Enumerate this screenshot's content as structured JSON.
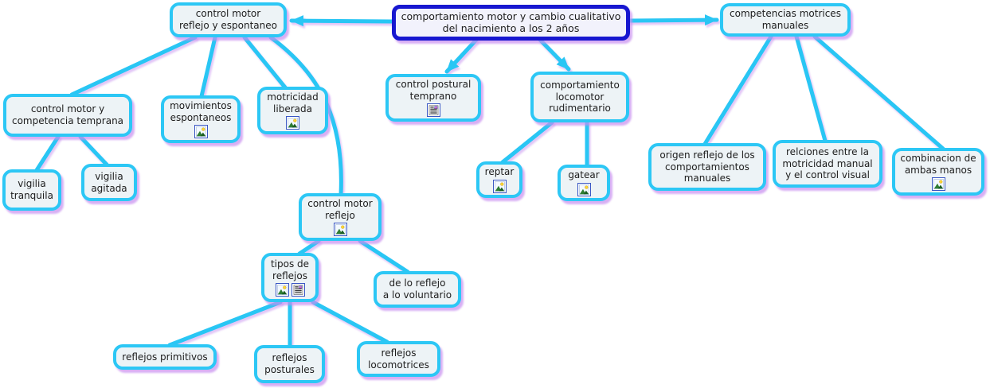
{
  "diagram": {
    "type": "concept-map",
    "colors": {
      "line": "#29c6f4",
      "node_border": "#2cc7f5",
      "node_fill": "#edf3f6",
      "root_border": "#1717d0",
      "root_fill": "#f2f2fc",
      "shadow": "#cb98f0",
      "text": "#1d1d1d"
    },
    "nodes": [
      {
        "id": "root",
        "label": "comportamiento motor y cambio cualitativo\ndel nacimiento a los 2 años",
        "style": "root",
        "icons": []
      },
      {
        "id": "cmre",
        "label": "control motor\nreflejo y espontaneo",
        "style": "child",
        "icons": []
      },
      {
        "id": "cmm",
        "label": "competencias motrices\nmanuales",
        "style": "child",
        "icons": []
      },
      {
        "id": "cpt",
        "label": "control postural\ntemprano",
        "style": "child",
        "icons": [
          "document"
        ]
      },
      {
        "id": "clr",
        "label": "comportamiento\nlocomotor\nrudimentario",
        "style": "child",
        "icons": []
      },
      {
        "id": "cmct",
        "label": "control motor y\ncompetencia temprana",
        "style": "child",
        "icons": []
      },
      {
        "id": "me",
        "label": "movimientos\nespontaneos",
        "style": "child",
        "icons": [
          "image"
        ]
      },
      {
        "id": "ml",
        "label": "motricidad\nliberada",
        "style": "child",
        "icons": [
          "image"
        ]
      },
      {
        "id": "vt",
        "label": "vigilia\ntranquila",
        "style": "child",
        "icons": []
      },
      {
        "id": "va",
        "label": "vigilia\nagitada",
        "style": "child",
        "icons": []
      },
      {
        "id": "cmr",
        "label": "control motor\nreflejo",
        "style": "child",
        "icons": [
          "image"
        ]
      },
      {
        "id": "tdr",
        "label": "tipos de\nreflejos",
        "style": "child",
        "icons": [
          "image",
          "document"
        ]
      },
      {
        "id": "drv",
        "label": "de lo reflejo\na lo voluntario",
        "style": "child",
        "icons": []
      },
      {
        "id": "rp",
        "label": "reflejos primitivos",
        "style": "child",
        "icons": []
      },
      {
        "id": "rpo",
        "label": "reflejos\nposturales",
        "style": "child",
        "icons": []
      },
      {
        "id": "rl",
        "label": "reflejos\nlocomotrices",
        "style": "child",
        "icons": []
      },
      {
        "id": "reptar",
        "label": "reptar",
        "style": "child",
        "icons": [
          "image"
        ]
      },
      {
        "id": "gatear",
        "label": "gatear",
        "style": "child",
        "icons": [
          "image"
        ]
      },
      {
        "id": "orc",
        "label": "origen reflejo de los\ncomportamientos\nmanuales",
        "style": "child",
        "icons": []
      },
      {
        "id": "rmv",
        "label": "relciones entre la\nmotricidad manual\ny el control visual",
        "style": "child",
        "icons": []
      },
      {
        "id": "cam",
        "label": "combinacion de\nambas manos",
        "style": "child",
        "icons": [
          "image"
        ]
      }
    ],
    "edges": [
      {
        "from": "root",
        "to": "cmre",
        "arrow": true
      },
      {
        "from": "root",
        "to": "cmm",
        "arrow": true
      },
      {
        "from": "root",
        "to": "cpt",
        "arrow": true
      },
      {
        "from": "root",
        "to": "clr",
        "arrow": true
      },
      {
        "from": "cmre",
        "to": "cmct",
        "arrow": false
      },
      {
        "from": "cmre",
        "to": "me",
        "arrow": false
      },
      {
        "from": "cmre",
        "to": "ml",
        "arrow": false
      },
      {
        "from": "cmre",
        "to": "cmr",
        "arrow": false
      },
      {
        "from": "cmct",
        "to": "vt",
        "arrow": false
      },
      {
        "from": "cmct",
        "to": "va",
        "arrow": false
      },
      {
        "from": "cmr",
        "to": "tdr",
        "arrow": false
      },
      {
        "from": "cmr",
        "to": "drv",
        "arrow": false
      },
      {
        "from": "tdr",
        "to": "rp",
        "arrow": false
      },
      {
        "from": "tdr",
        "to": "rpo",
        "arrow": false
      },
      {
        "from": "tdr",
        "to": "rl",
        "arrow": false
      },
      {
        "from": "clr",
        "to": "reptar",
        "arrow": false
      },
      {
        "from": "clr",
        "to": "gatear",
        "arrow": false
      },
      {
        "from": "cmm",
        "to": "orc",
        "arrow": false
      },
      {
        "from": "cmm",
        "to": "rmv",
        "arrow": false
      },
      {
        "from": "cmm",
        "to": "cam",
        "arrow": false
      }
    ]
  }
}
